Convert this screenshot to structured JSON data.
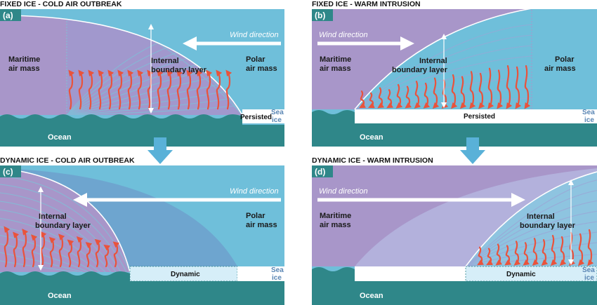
{
  "colors": {
    "maritime": "#a896c9",
    "polar": "#6fbfda",
    "ocean": "#2f8789",
    "ice_fill": "#ffffff",
    "ice_dynamic": "#d6eef8",
    "arrow_red": "#e9533c",
    "process_arrow": "#59b1d8",
    "sea_ice_text": "#5a86b4"
  },
  "panels": {
    "a": {
      "title": "FIXED ICE - COLD AIR OUTBREAK",
      "label": "(a)",
      "wind": "Wind direction",
      "left_mass": [
        "Maritime",
        "air mass"
      ],
      "right_mass": [
        "Polar",
        "air mass"
      ],
      "ibl": [
        "Internal",
        "boundary layer"
      ],
      "ice": "Persisted",
      "sea_ice": [
        "Sea",
        "ice"
      ],
      "ocean": "Ocean"
    },
    "b": {
      "title": "FIXED ICE - WARM INTRUSION",
      "label": "(b)",
      "wind": "Wind direction",
      "left_mass": [
        "Maritime",
        "air mass"
      ],
      "right_mass": [
        "Polar",
        "air mass"
      ],
      "ibl": [
        "Internal",
        "boundary layer"
      ],
      "ice": "Persisted",
      "sea_ice": [
        "Sea",
        "ice"
      ],
      "ocean": "Ocean"
    },
    "c": {
      "title": "DYNAMIC ICE - COLD AIR OUTBREAK",
      "label": "(c)",
      "wind": "Wind direction",
      "right_mass": [
        "Polar",
        "air mass"
      ],
      "ibl": [
        "Internal",
        "boundary layer"
      ],
      "ice": "Dynamic",
      "sea_ice": [
        "Sea",
        "ice"
      ],
      "ocean": "Ocean"
    },
    "d": {
      "title": "DYNAMIC ICE - WARM INTRUSION",
      "label": "(d)",
      "wind": "Wind direction",
      "left_mass": [
        "Maritime",
        "air mass"
      ],
      "ibl": [
        "Internal",
        "boundary layer"
      ],
      "ice": "Dynamic",
      "sea_ice": [
        "Sea",
        "ice"
      ],
      "ocean": "Ocean"
    }
  }
}
